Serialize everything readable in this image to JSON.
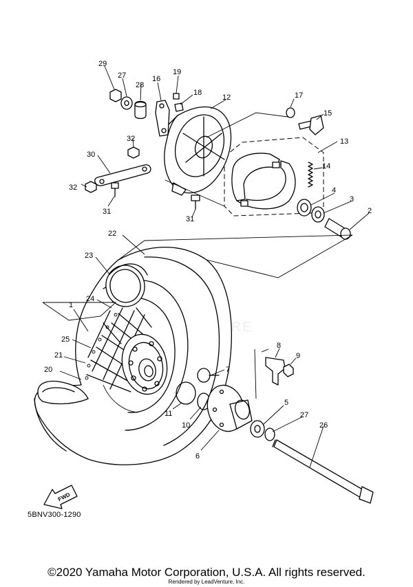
{
  "callouts": [
    {
      "id": "p1",
      "text": "1"
    },
    {
      "id": "p2",
      "text": "2"
    },
    {
      "id": "p3",
      "text": "3"
    },
    {
      "id": "p4",
      "text": "4"
    },
    {
      "id": "p5",
      "text": "5"
    },
    {
      "id": "p6",
      "text": "6"
    },
    {
      "id": "p7",
      "text": "7"
    },
    {
      "id": "p8",
      "text": "8"
    },
    {
      "id": "p9",
      "text": "9"
    },
    {
      "id": "p10",
      "text": "10"
    },
    {
      "id": "p11",
      "text": "11"
    },
    {
      "id": "p12",
      "text": "12"
    },
    {
      "id": "p13",
      "text": "13"
    },
    {
      "id": "p14",
      "text": "14"
    },
    {
      "id": "p15",
      "text": "15"
    },
    {
      "id": "p16",
      "text": "16"
    },
    {
      "id": "p17",
      "text": "17"
    },
    {
      "id": "p18",
      "text": "18"
    },
    {
      "id": "p19",
      "text": "19"
    },
    {
      "id": "p20",
      "text": "20"
    },
    {
      "id": "p21",
      "text": "21"
    },
    {
      "id": "p22",
      "text": "22"
    },
    {
      "id": "p23",
      "text": "23"
    },
    {
      "id": "p24",
      "text": "24"
    },
    {
      "id": "p25",
      "text": "25"
    },
    {
      "id": "p26",
      "text": "26"
    },
    {
      "id": "p27a",
      "text": "27"
    },
    {
      "id": "p27b",
      "text": "27"
    },
    {
      "id": "p28",
      "text": "28"
    },
    {
      "id": "p29",
      "text": "29"
    },
    {
      "id": "p30",
      "text": "30"
    },
    {
      "id": "p31a",
      "text": "31"
    },
    {
      "id": "p31b",
      "text": "31"
    },
    {
      "id": "p32a",
      "text": "32"
    },
    {
      "id": "p32b",
      "text": "32"
    }
  ],
  "fwd_label": "FWD",
  "watermark_text": "VENTURE",
  "diagram_code": "5BNV300-1290",
  "copyright": "©2020 Yamaha Motor Corporation, U.S.A. All rights reserved.",
  "rendered_by": "Rendered by LeadVenture, Inc."
}
